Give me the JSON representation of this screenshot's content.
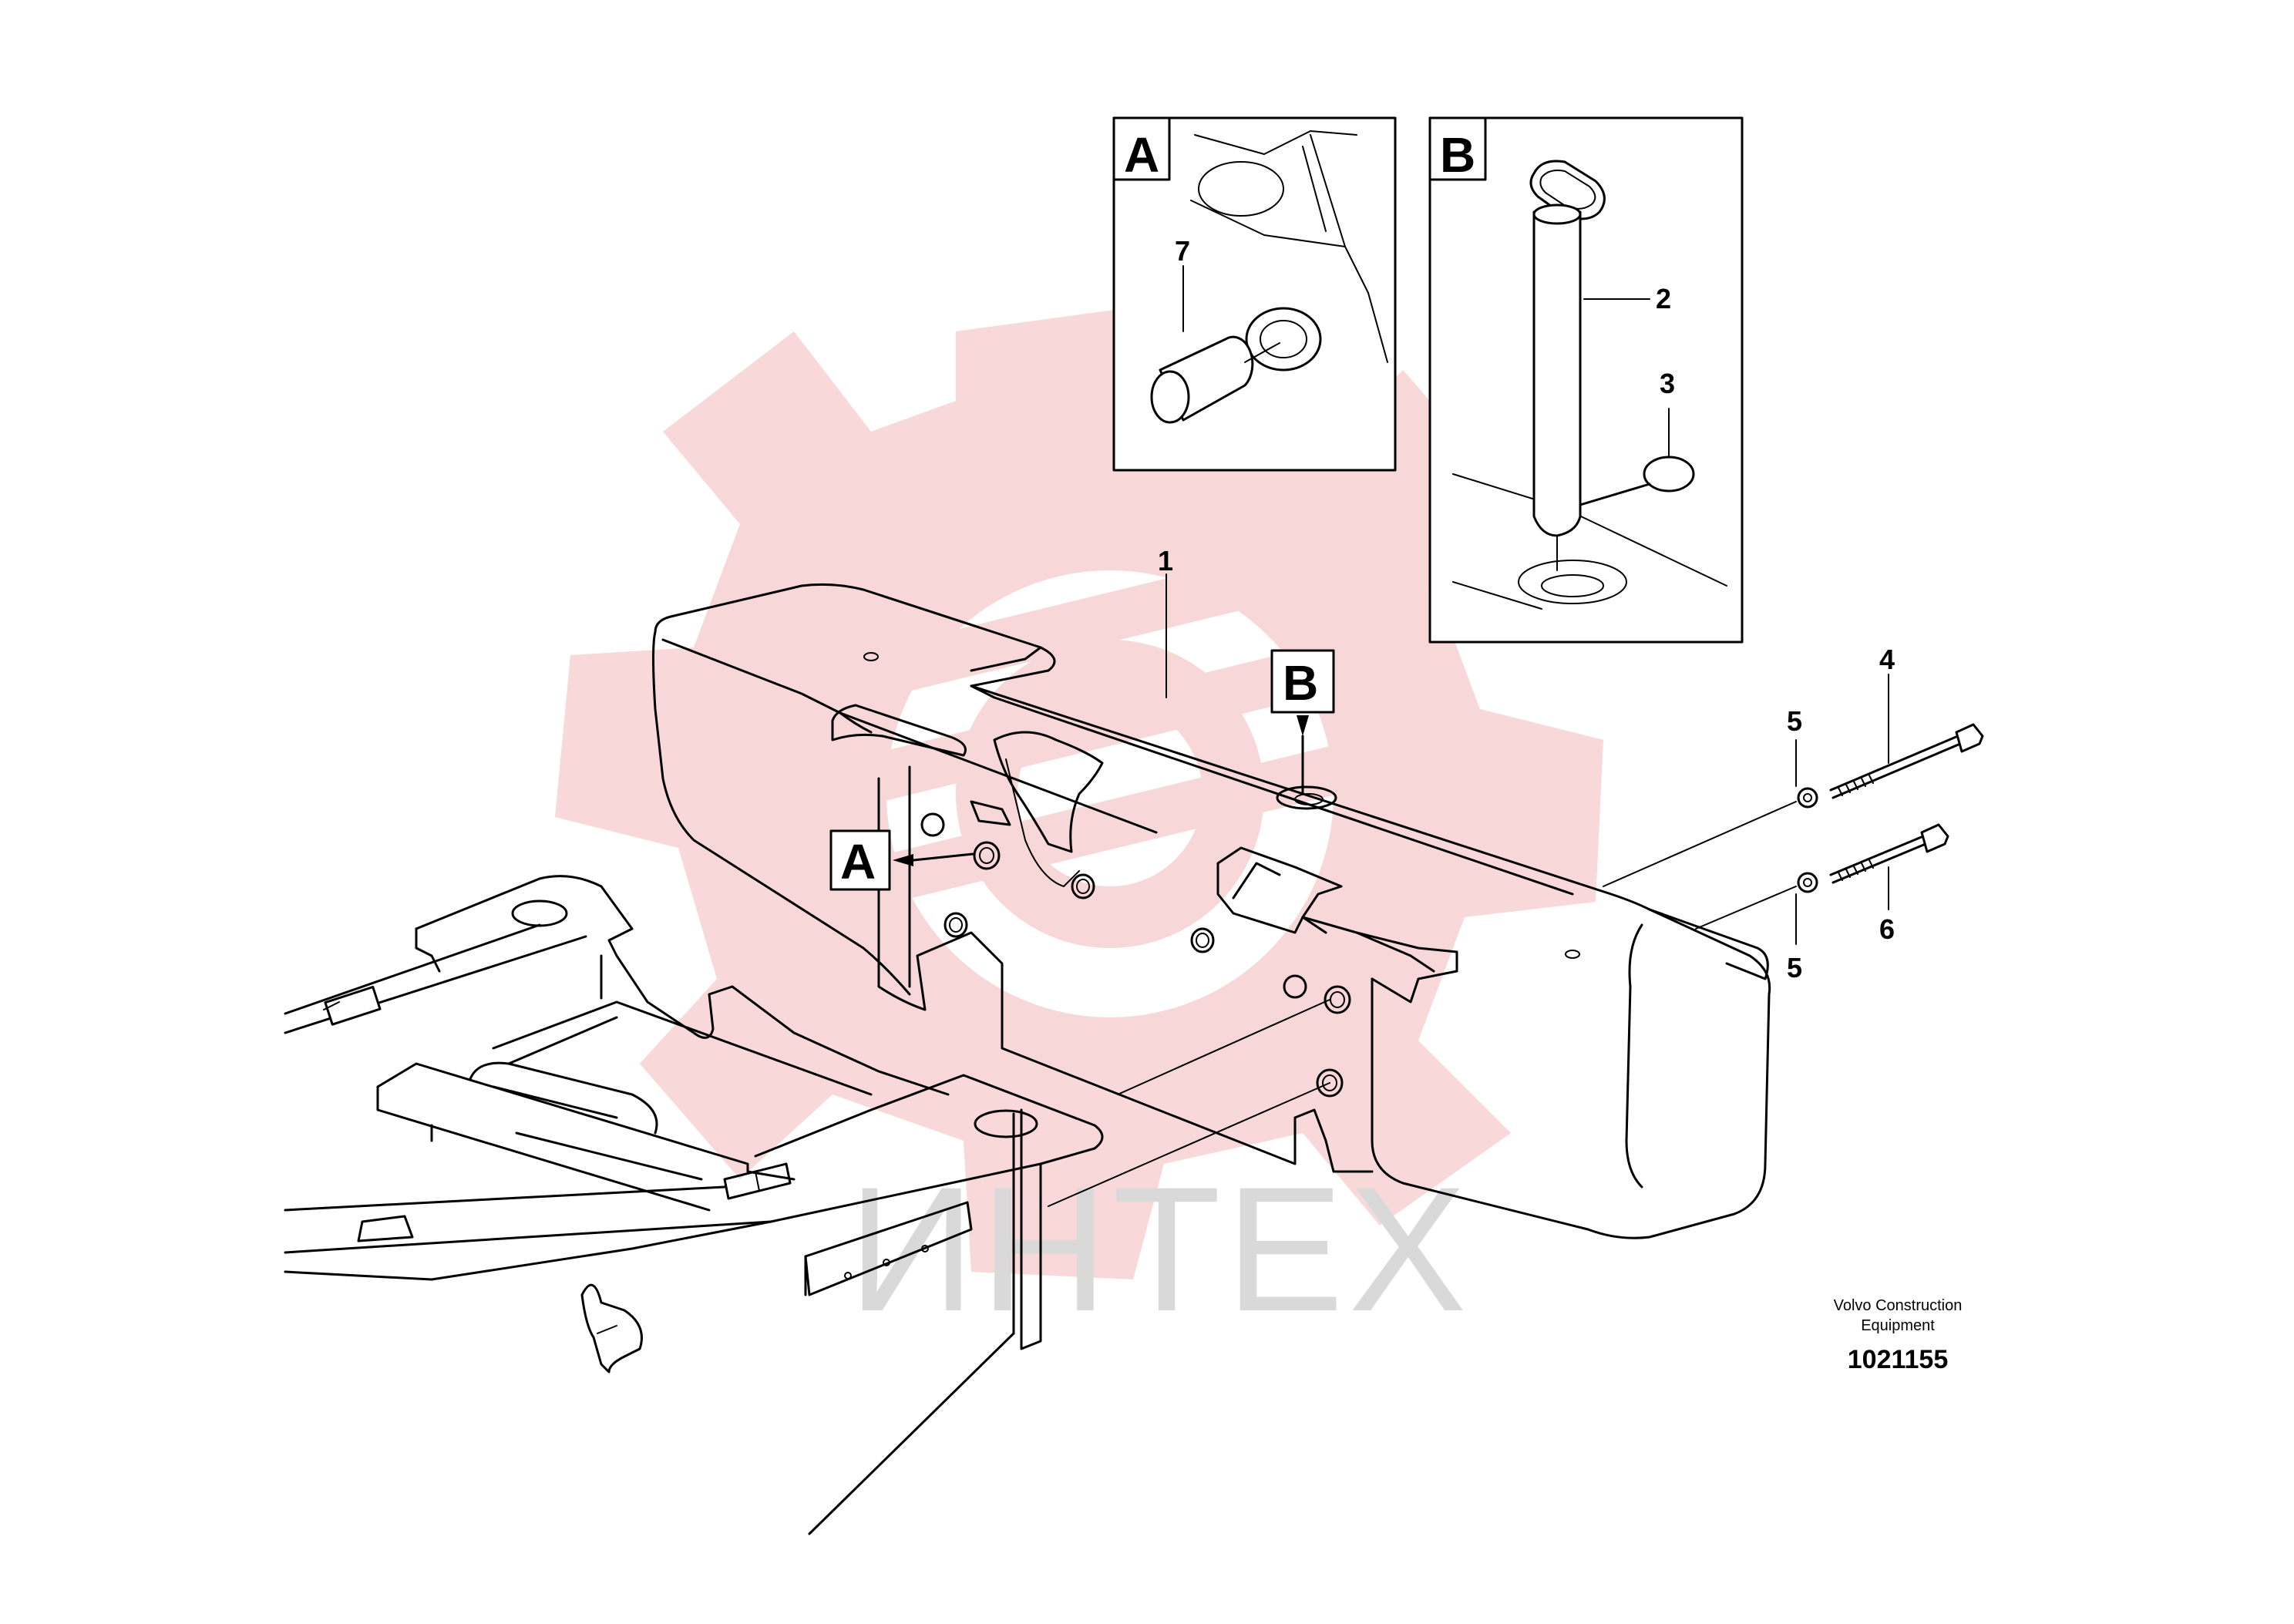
{
  "watermark": {
    "text": "ИНТЕХ",
    "logo_color": "#f2b8b8",
    "text_color": "#d9d9d9"
  },
  "callouts": {
    "part_1": "1",
    "part_2": "2",
    "part_3": "3",
    "part_4": "4",
    "part_5_upper": "5",
    "part_5_lower": "5",
    "part_6": "6",
    "part_7": "7"
  },
  "detail_refs": {
    "a_label": "A",
    "b_label": "B"
  },
  "insets": {
    "a_title": "A",
    "b_title": "B"
  },
  "credit": {
    "line1": "Volvo Construction",
    "line2": "Equipment"
  },
  "drawing_number": "1021155"
}
